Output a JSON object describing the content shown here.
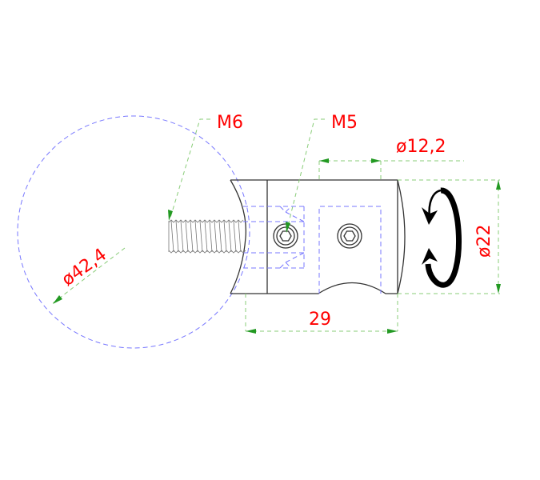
{
  "drawing": {
    "type": "technical-drawing",
    "subject": "pipe connector with threaded stud (side view)",
    "labels": {
      "thread_stud": "M6",
      "set_screw": "M5",
      "bore_diameter": "ø12,2",
      "body_diameter": "ø22",
      "body_length": "29",
      "tube_diameter": "ø42,4"
    },
    "colors": {
      "dimension_text": "#ff0000",
      "dimension_lines": "#88cc77",
      "arrowheads": "#229922",
      "hidden_lines": "#7777ff",
      "outline": "#333333",
      "rotation_symbol": "#000000"
    },
    "symbols": {
      "rotation": "rotation-arrows-icon"
    }
  }
}
